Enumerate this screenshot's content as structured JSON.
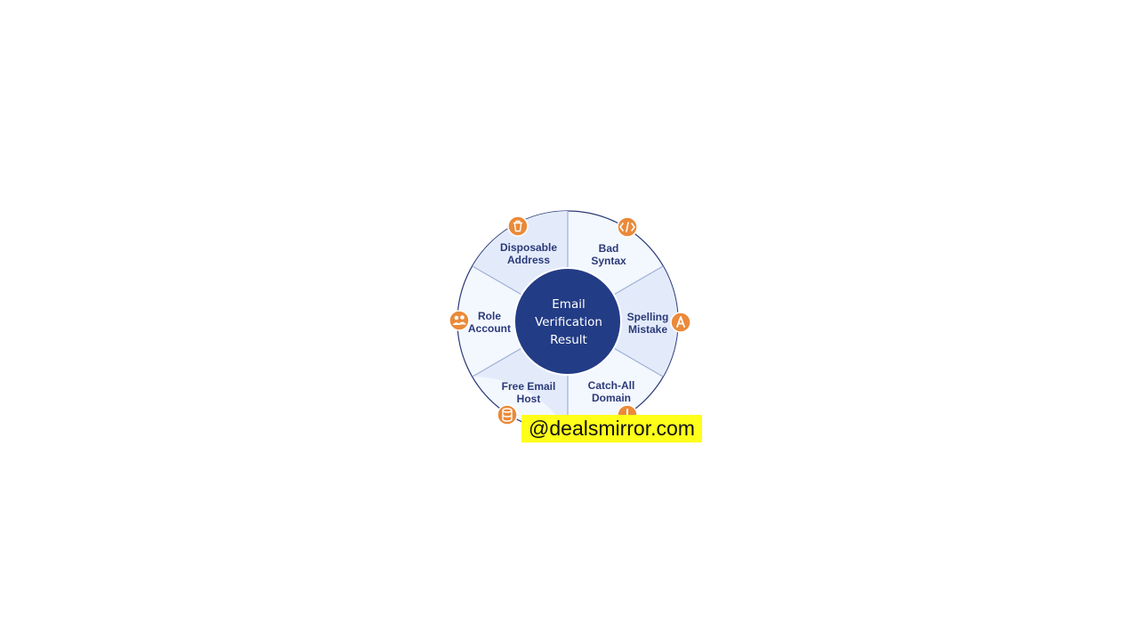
{
  "diagram": {
    "center": {
      "lines": [
        "Email",
        "Verification",
        "Result"
      ]
    },
    "segments": [
      {
        "key": "bad_syntax",
        "lines": [
          "Bad",
          "Syntax"
        ],
        "icon": "code-icon"
      },
      {
        "key": "spelling_mistake",
        "lines": [
          "Spelling",
          "Mistake"
        ],
        "icon": "letter-a-icon"
      },
      {
        "key": "catch_all_domain",
        "lines": [
          "Catch-All",
          "Domain"
        ],
        "icon": "alert-icon"
      },
      {
        "key": "free_email_host",
        "lines": [
          "Free Email",
          "Host"
        ],
        "icon": "database-icon"
      },
      {
        "key": "role_account",
        "lines": [
          "Role",
          "Account"
        ],
        "icon": "users-icon"
      },
      {
        "key": "disposable_address",
        "lines": [
          "Disposable",
          "Address"
        ],
        "icon": "trash-icon"
      }
    ],
    "colors": {
      "center_fill": "#233c86",
      "outline": "#2b3a78",
      "segment_light": "#f3f7fe",
      "segment_shaded": "#e3ebfb",
      "divider": "#9fb0d4",
      "icon_fill": "#ea8a3a",
      "label_text": "#2b3a78"
    }
  },
  "watermark": {
    "text": "@dealsmirror.com",
    "background": "#ffff1a"
  }
}
